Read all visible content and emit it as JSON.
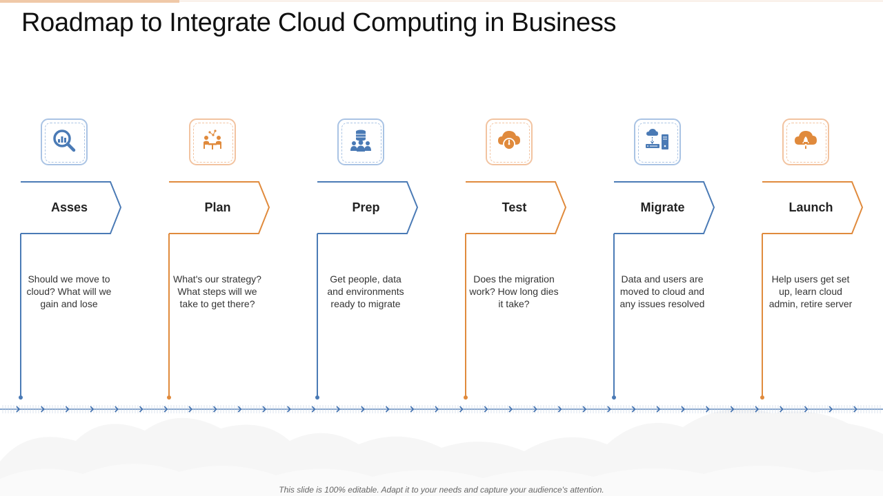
{
  "title": "Roadmap to Integrate Cloud Computing in Business",
  "colors": {
    "blue": "#4a7ab5",
    "orange": "#e08a3c",
    "blue_light": "#a9c3e4",
    "orange_light": "#f2c3a0",
    "timeline": "#3f6fae"
  },
  "stages": [
    {
      "label": "Asses",
      "color": "blue",
      "icon": "magnifier-chart-icon",
      "description": "Should we move to cloud? What will we gain and lose"
    },
    {
      "label": "Plan",
      "color": "orange",
      "icon": "team-meeting-icon",
      "description": "What's our strategy? What steps will we take to get there?"
    },
    {
      "label": "Prep",
      "color": "blue",
      "icon": "database-users-icon",
      "description": "Get people, data and environments ready to migrate"
    },
    {
      "label": "Test",
      "color": "orange",
      "icon": "cloud-gauge-icon",
      "description": "Does the migration work? How long dies it take?"
    },
    {
      "label": "Migrate",
      "color": "blue",
      "icon": "cloud-server-transfer-icon",
      "description": "Data and users are moved to cloud and any issues resolved"
    },
    {
      "label": "Launch",
      "color": "orange",
      "icon": "cloud-rocket-icon",
      "description": "Help users get set up, learn cloud admin, retire server"
    }
  ],
  "footer": "This slide is 100% editable. Adapt it to your needs and capture your audience's attention."
}
